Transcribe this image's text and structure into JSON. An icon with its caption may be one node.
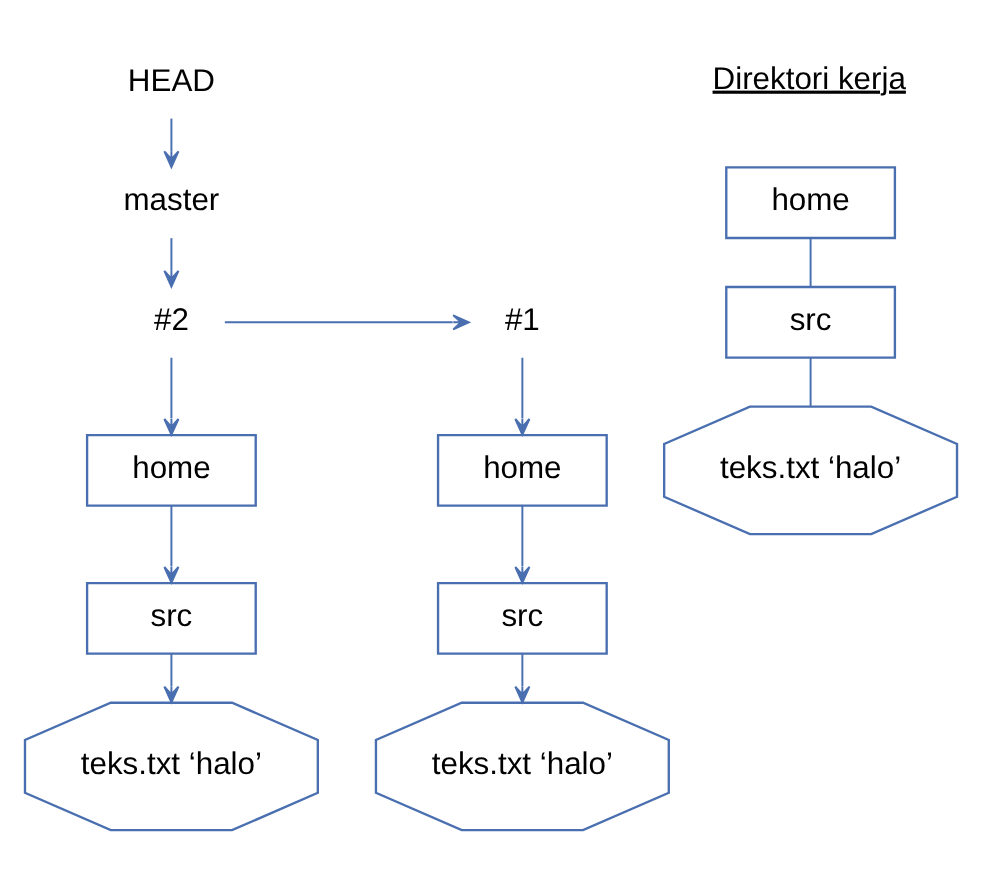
{
  "diagram": {
    "nodes": [
      {
        "text": [
          "HEAD"
        ]
      },
      {
        "text": [
          "master"
        ]
      },
      {
        "text": [
          "#1"
        ]
      },
      {
        "text": [
          "#2"
        ]
      },
      {
        "text": [
          "home"
        ]
      },
      {
        "text": [
          "src"
        ]
      },
      {
        "text": [
          "teks.txt ‘halo’"
        ]
      },
      {
        "text": [
          "home"
        ]
      },
      {
        "text": [
          "src"
        ]
      },
      {
        "text": [
          "teks.txt ‘halo’"
        ]
      },
      {
        "text": [
          "home"
        ]
      },
      {
        "text": [
          "src"
        ]
      },
      {
        "text": [
          "teks.txt ‘halo’"
        ]
      }
    ],
    "edges": [
      {
        "from": 0,
        "to": 1,
        "arrow": "to"
      },
      {
        "from": 1,
        "to": 3,
        "arrow": "to"
      },
      {
        "from": 3,
        "to": 2,
        "arrow": "to"
      },
      {
        "from": 2,
        "to": 4,
        "arrow": "to"
      },
      {
        "from": 4,
        "to": 5,
        "arrow": "to"
      },
      {
        "from": 5,
        "to": 6,
        "arrow": "to"
      },
      {
        "from": 3,
        "to": 7,
        "arrow": "to"
      },
      {
        "from": 7,
        "to": 8,
        "arrow": "to"
      },
      {
        "from": 8,
        "to": 9,
        "arrow": "to"
      },
      {
        "from": 10,
        "to": 11,
        "arrow": "none"
      },
      {
        "from": 11,
        "to": 12,
        "arrow": "none"
      }
    ],
    "labels": [
      "Direktori kerja"
    ]
  }
}
